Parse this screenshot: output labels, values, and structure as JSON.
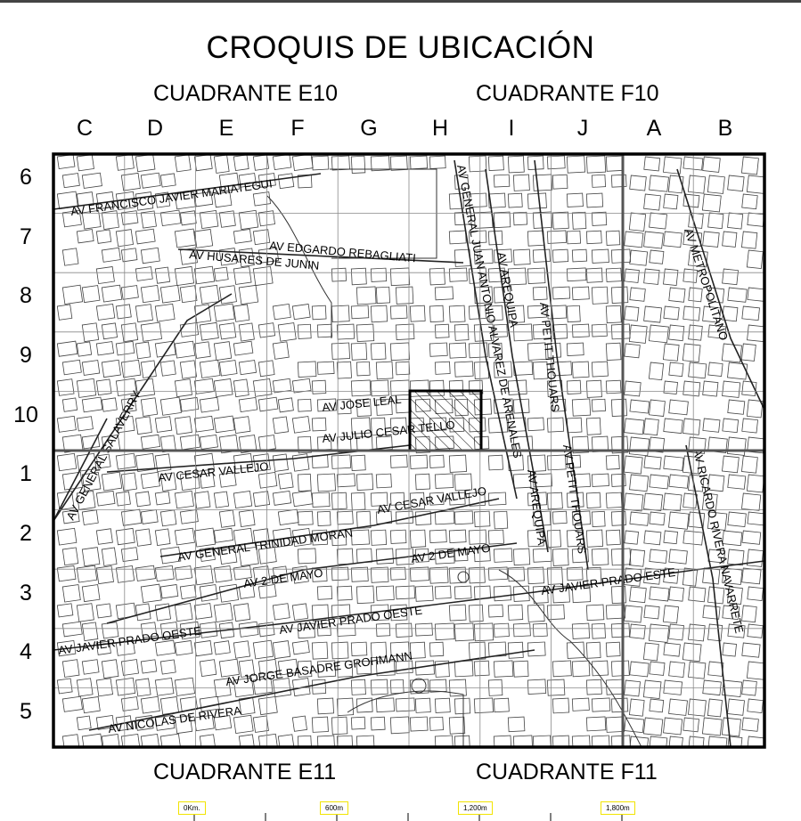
{
  "title": "CROQUIS DE UBICACIÓN",
  "quadrants": {
    "top_left": "CUADRANTE E10",
    "top_right": "CUADRANTE F10",
    "bottom_left": "CUADRANTE E11",
    "bottom_right": "CUADRANTE F11"
  },
  "columns": [
    "C",
    "D",
    "E",
    "F",
    "G",
    "H",
    "I",
    "J",
    "A",
    "B"
  ],
  "rows": [
    "6",
    "7",
    "8",
    "9",
    "10",
    "1",
    "2",
    "3",
    "4",
    "5"
  ],
  "streets": [
    "AV FRANCISCO JAVIER MARIATEGUI",
    "AV EDGARDO REBAGLIATI",
    "AV HUSARES DE JUNIN",
    "AV GENERAL JUAN ANTONIO ALVAREZ DE ARENALES",
    "AV AREQUIPA",
    "AV METROPOLITANO",
    "AV PETIT THOUARS",
    "AV GENERAL SALAVERRY",
    "AV JOSE LEAL",
    "AV JULIO CESAR TELLO",
    "AV CESAR VALLEJO",
    "AV CESAR VALLEJO",
    "AV AREQUIPA",
    "AV PETIT THOUARS",
    "AV RICARDO RIVERA NAVARRETE",
    "AV GENERAL TRINIDAD MORAN",
    "AV 2 DE MAYO",
    "AV 2 DE MAYO",
    "AV JAVIER PRADO ESTE",
    "AV JAVIER PRADO OESTE",
    "AV JAVIER PRADO OESTE",
    "AV JORGE BASADRE GROHMANN",
    "AV NICOLAS DE RIVERA"
  ],
  "scale": [
    "0Km.",
    "600m",
    "1,200m",
    "1,800m"
  ],
  "colors": {
    "scale_border": "#f2e400",
    "frame": "#000000",
    "quadrant_line": "#555555"
  }
}
